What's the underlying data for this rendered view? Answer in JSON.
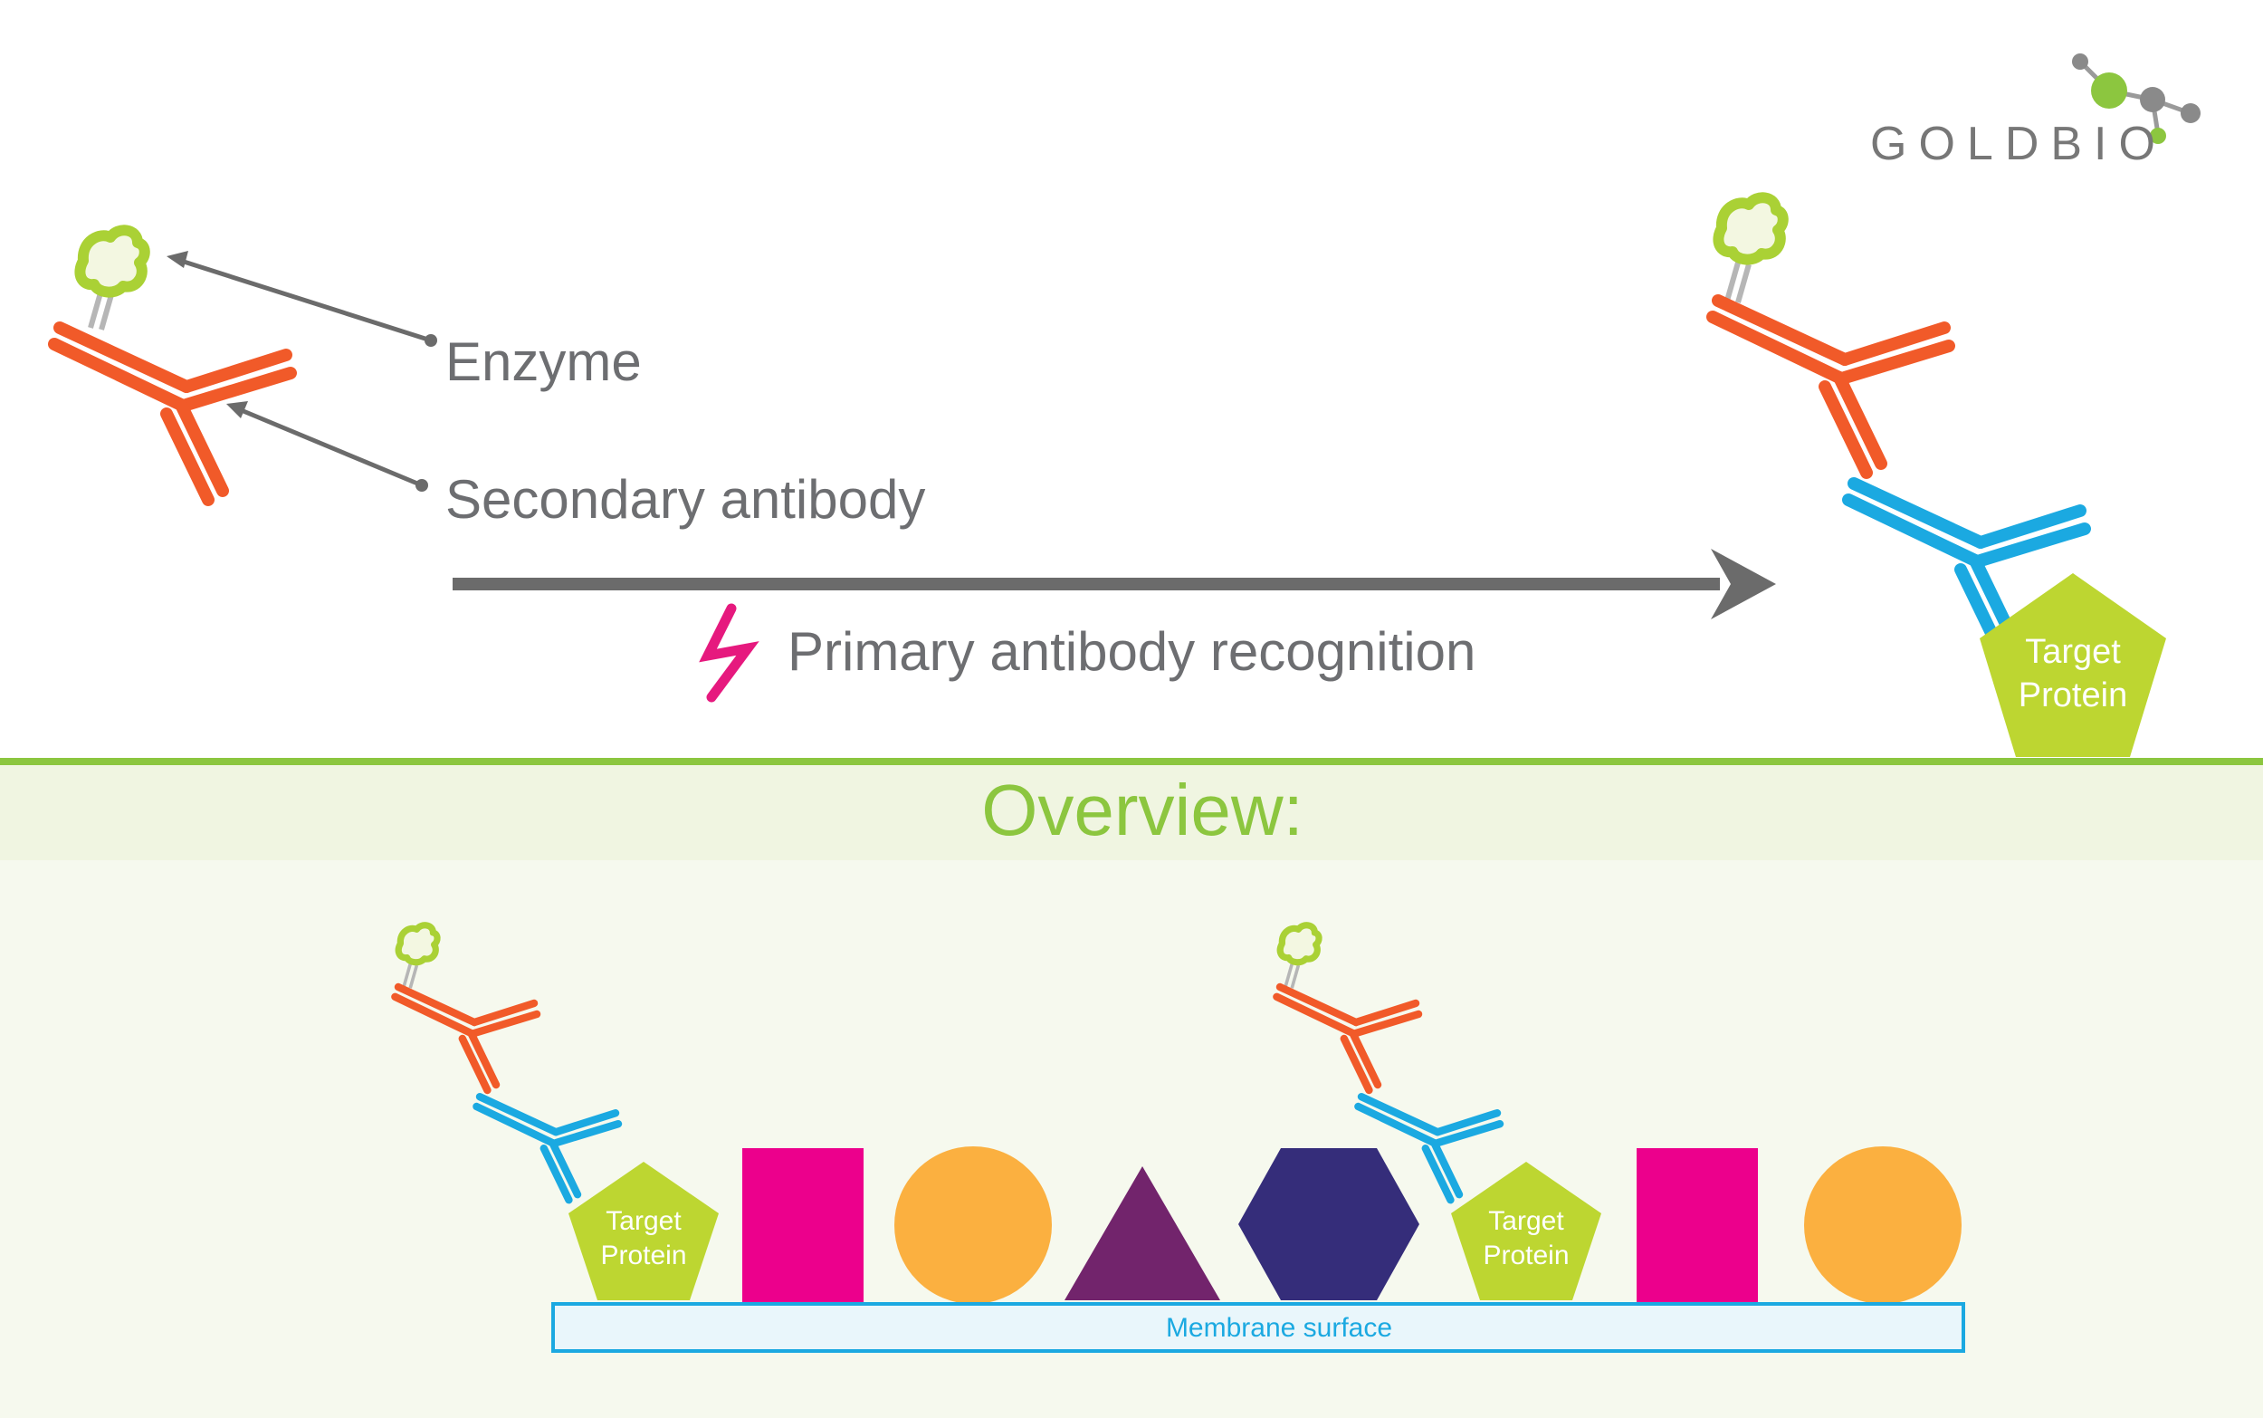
{
  "brand": {
    "logo_text": "GOLDBIO",
    "colors": {
      "gray": "#777777",
      "green": "#8cc63f"
    }
  },
  "labels": {
    "enzyme": "Enzyme",
    "secondary_antibody": "Secondary antibody",
    "primary_recognition": "Primary antibody recognition",
    "overview": "Overview:",
    "target_line1": "Target",
    "target_line2": "Protein",
    "membrane": "Membrane surface"
  },
  "colors": {
    "secondary_antibody": "#f15a29",
    "primary_antibody": "#1ba9e1",
    "target_protein": "#bdd631",
    "enzyme": "#aad135",
    "enzyme_fill": "#f3f7e1",
    "arrow": "#6b6b6b",
    "lightning": "#e6197e",
    "ground_line": "#8cc63f",
    "overview_band": "#f0f5e1",
    "overview_bg": "#f6f9ee",
    "overview_text": "#8cc63f",
    "membrane_border": "#1ba9e1",
    "membrane_fill": "#e9f6fb",
    "membrane_text": "#1ba9e1",
    "label_text": "#6d6e71",
    "distractor_magenta": "#ec008c",
    "distractor_orange": "#fbb040",
    "distractor_purple": "#72246c",
    "distractor_navy": "#352d7a"
  },
  "icons": {
    "lightning": "lightning-bolt-icon",
    "enzyme": "enzyme-blob-icon",
    "logo": "molecule-logo-icon"
  }
}
